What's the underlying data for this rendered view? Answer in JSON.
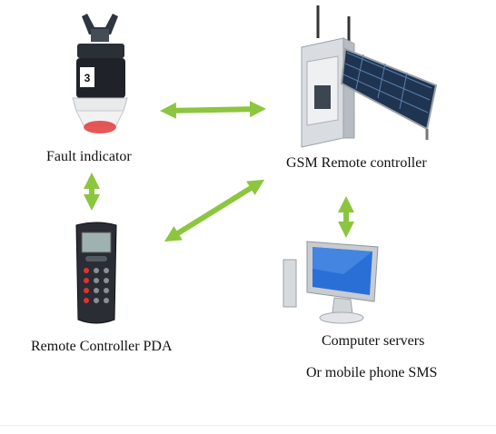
{
  "labels": {
    "fault_indicator": "Fault indicator",
    "gsm_controller": "GSM Remote controller",
    "pda": "Remote Controller PDA",
    "computer_servers": "Computer servers",
    "mobile_sms": "Or mobile phone SMS"
  },
  "fault_indicator_number": "3",
  "colors": {
    "arrow": "#8cc63f",
    "screen": "#2a6fd6",
    "indicator_red": "#e23b3b"
  },
  "icons": [
    "fault-indicator-device",
    "gsm-controller-box",
    "solar-panel",
    "pda-device",
    "computer-monitor"
  ]
}
